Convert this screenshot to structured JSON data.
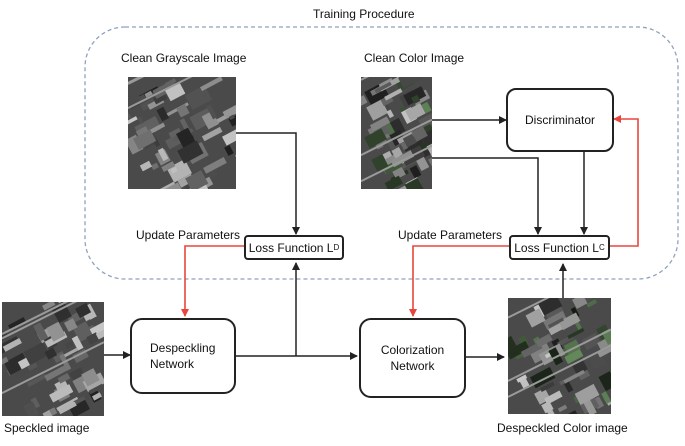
{
  "title": "Training Procedure",
  "images": {
    "clean_gray": {
      "label": "Clean Grayscale Image",
      "color": false
    },
    "clean_color": {
      "label": "Clean Color Image",
      "color": true
    },
    "speckled": {
      "label": "Speckled image",
      "color": false
    },
    "despeckled_color": {
      "label": "Despeckled Color image",
      "color": true
    }
  },
  "blocks": {
    "discriminator": "Discriminator",
    "despeckling": {
      "line1": "Despeckling",
      "line2": "Network"
    },
    "colorization": {
      "line1": "Colorization",
      "line2": "Network"
    }
  },
  "loss_d": {
    "text": "Loss Function L",
    "sub": "D"
  },
  "loss_c": {
    "text": "Loss Function L",
    "sub": "C"
  },
  "update_left": "Update Parameters",
  "update_right": "Update Parameters",
  "colors": {
    "arrow": "#222222",
    "feedback": "#e8463c",
    "frame": "#8fa2bf"
  }
}
